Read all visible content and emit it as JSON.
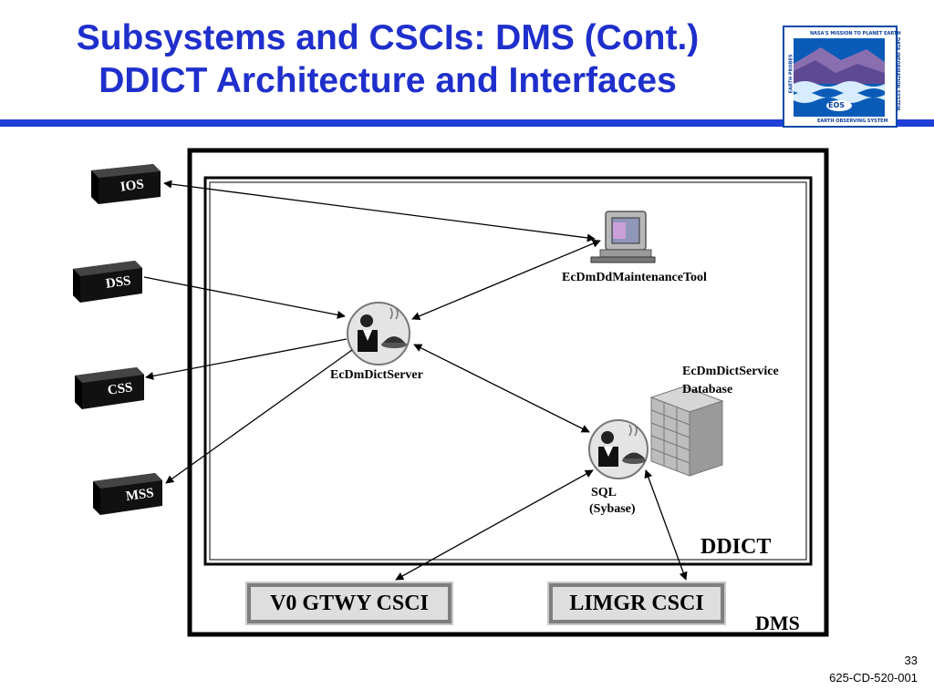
{
  "title": {
    "line1": "Subsystems and CSCIs:  DMS (Cont.)",
    "line2": "DDICT Architecture and Interfaces"
  },
  "logo": {
    "top_text": "NASA'S MISSION TO PLANET EARTH",
    "center_text": "EOS",
    "bottom_text": "EARTH OBSERVING SYSTEM",
    "left_text": "EARTH PROBES",
    "right_text": "DATA INFORMATION SYSTEM"
  },
  "external_boxes": [
    {
      "label": "IOS"
    },
    {
      "label": "DSS"
    },
    {
      "label": "CSS"
    },
    {
      "label": "MSS"
    }
  ],
  "components": {
    "maintenance_tool": "EcDmDdMaintenanceTool",
    "dict_server": "EcDmDictServer",
    "database_line1": "EcDmDictService",
    "database_line2": "Database",
    "sql_line1": "SQL",
    "sql_line2": "(Sybase)"
  },
  "boundaries": {
    "inner": "DDICT",
    "outer": "DMS"
  },
  "cscis": {
    "v0": "V0 GTWY CSCI",
    "limgr": "LIMGR CSCI"
  },
  "footer": {
    "page_number": "33",
    "doc_id": "625-CD-520-001"
  }
}
